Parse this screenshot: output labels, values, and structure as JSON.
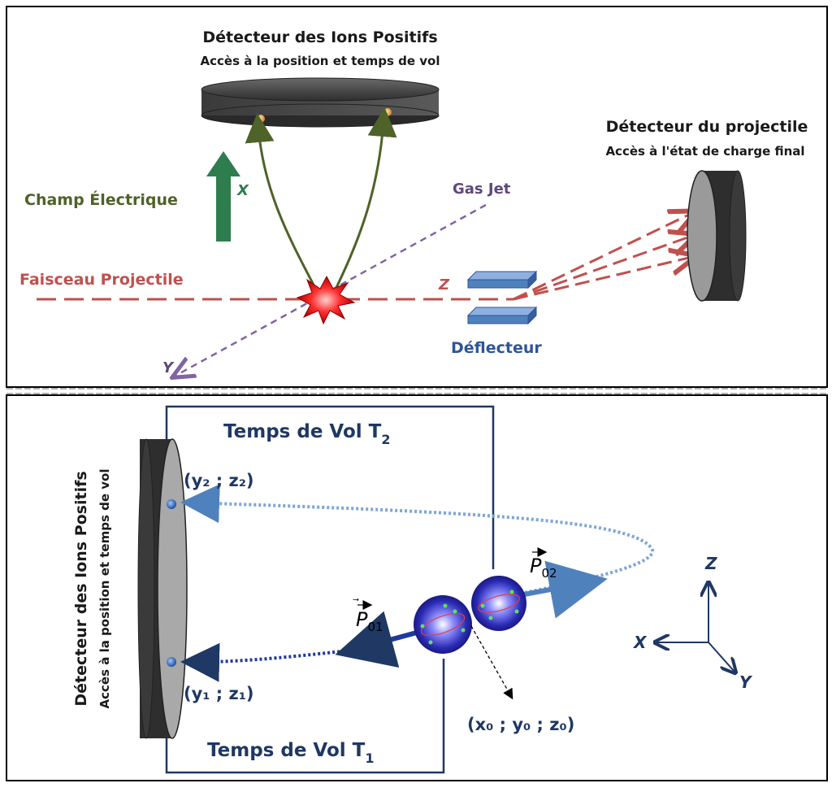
{
  "top": {
    "detector_ions_title": "Détecteur des Ions Positifs",
    "detector_ions_subtitle": "Accès à la position et temps de vol",
    "detector_projectile_title": "Détecteur du projectile",
    "detector_projectile_subtitle": "Accès à l'état de charge final",
    "field_label": "Champ Électrique",
    "axis_x": "X",
    "gas_jet": "Gas Jet",
    "beam_label": "Faisceau Projectile",
    "axis_z": "Z",
    "deflector_label": "Déflecteur",
    "axis_y": "Y"
  },
  "bottom": {
    "tof2": "Temps de Vol T",
    "tof2_sub": "2",
    "tof1": "Temps de Vol T",
    "tof1_sub": "1",
    "pos2": "(y₂ ; z₂)",
    "pos1": "(y₁ ; z₁)",
    "origin": "(x₀ ; y₀ ; z₀)",
    "p01": "P",
    "p01_sub": "01",
    "p02": "P",
    "p02_sub": "02",
    "detector_vertical_title": "Détecteur des Ions Positifs",
    "detector_vertical_subtitle": "Accès à la position et temps de vol",
    "axis_z": "Z",
    "axis_x": "X",
    "axis_y": "Y"
  },
  "colors": {
    "field_green": "#2e7d4f",
    "olive": "#4f6228",
    "beam_red": "#c0504d",
    "gas_purple": "#8064a2",
    "navy": "#1f3864",
    "deflector_blue": "#4f81bd"
  }
}
